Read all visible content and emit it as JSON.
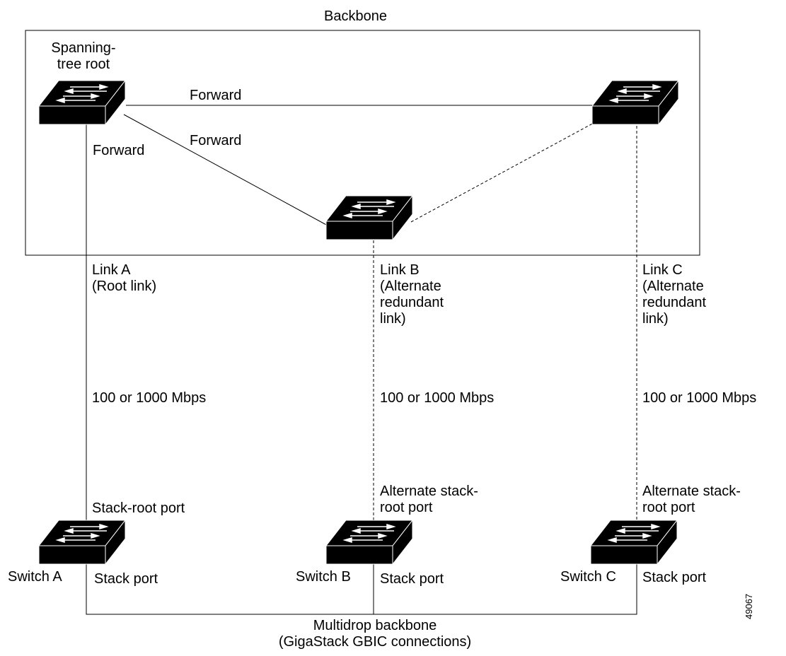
{
  "backbone_label": "Backbone",
  "root_label_lines": [
    "Spanning-",
    "tree root"
  ],
  "forward_labels": {
    "top": "Forward",
    "diagonal": "Forward",
    "vertical": "Forward"
  },
  "links": [
    {
      "lines": [
        "Link A",
        "(Root link)"
      ],
      "speed": "100 or 1000 Mbps",
      "port_lines": [
        "Stack-root port"
      ]
    },
    {
      "lines": [
        "Link B",
        "(Alternate",
        "redundant",
        "link)"
      ],
      "speed": "100 or 1000 Mbps",
      "port_lines": [
        "Alternate stack-",
        "root port"
      ]
    },
    {
      "lines": [
        "Link C",
        "(Alternate",
        "redundant",
        "link)"
      ],
      "speed": "100 or 1000 Mbps",
      "port_lines": [
        "Alternate stack-",
        "root port"
      ]
    }
  ],
  "switches": [
    {
      "name": "Switch A",
      "port": "Stack port"
    },
    {
      "name": "Switch B",
      "port": "Stack port"
    },
    {
      "name": "Switch C",
      "port": "Stack port"
    }
  ],
  "multidrop_lines": [
    "Multidrop backbone",
    "(GigaStack GBIC connections)"
  ],
  "figure_id": "49067",
  "colors": {
    "line": "#000000",
    "switch_body": "#000000",
    "arrow": "#ffffff"
  },
  "icons": {
    "switch": "workgroup-switch-icon"
  }
}
